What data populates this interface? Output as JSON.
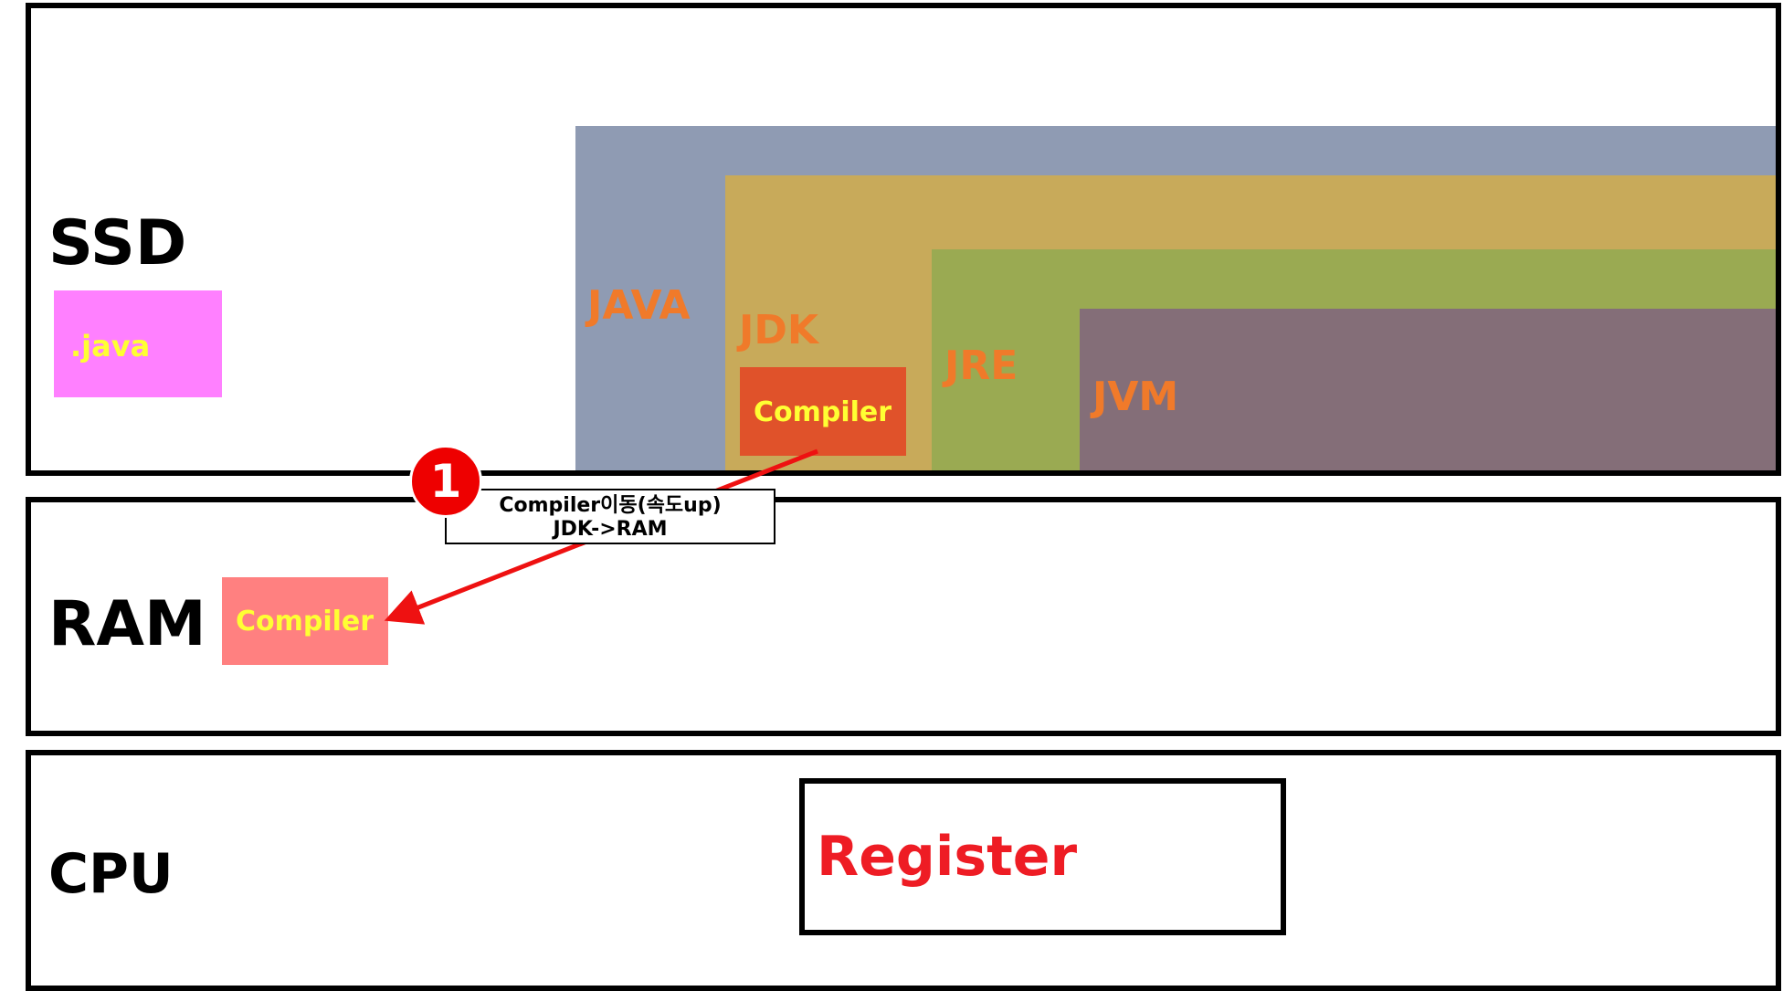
{
  "ssd": {
    "label": "SSD",
    "java_file": ".java",
    "layers": {
      "java": "JAVA",
      "jdk": "JDK",
      "jre": "JRE",
      "jvm": "JVM"
    },
    "compiler": "Compiler"
  },
  "ram": {
    "label": "RAM",
    "compiler": "Compiler"
  },
  "cpu": {
    "label": "CPU",
    "register": "Register"
  },
  "step": {
    "number": "1",
    "line1": "Compiler이동(속도up)",
    "line2": "JDK->RAM"
  },
  "colors": {
    "java": "#8f9bb3",
    "jdk": "#c8aa5a",
    "jre": "#9aaa52",
    "jvm": "#846e78",
    "arrow": "#ee1111"
  }
}
